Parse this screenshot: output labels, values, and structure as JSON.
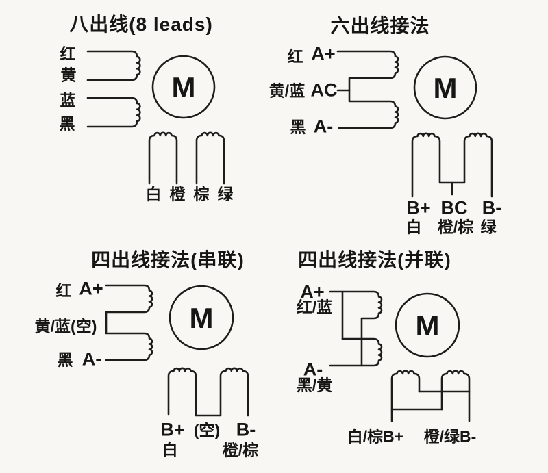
{
  "colors": {
    "background": "#f8f7f3",
    "ink": "#1d1d1b"
  },
  "sections": {
    "eight_lead": {
      "title": "八出线(8 leads)",
      "motor_label": "M",
      "top_leads": [
        "红",
        "黄",
        "蓝",
        "黑"
      ],
      "bottom_leads": [
        "白",
        "橙",
        "棕",
        "绿"
      ]
    },
    "six_lead": {
      "title": "六出线接法",
      "motor_label": "M",
      "phase_a_leads": [
        {
          "color": "红",
          "terminal": "A+"
        },
        {
          "color": "黄/蓝",
          "terminal": "AC"
        },
        {
          "color": "黑",
          "terminal": "A-"
        }
      ],
      "phase_b_terminals": [
        "B+",
        "BC",
        "B-"
      ],
      "phase_b_colors": [
        "白",
        "橙/棕",
        "绿"
      ]
    },
    "four_lead_series": {
      "title": "四出线接法(串联)",
      "motor_label": "M",
      "phase_a_leads": [
        {
          "color": "红",
          "terminal": "A+"
        },
        {
          "color": "黄/蓝(空)",
          "terminal": ""
        },
        {
          "color": "黑",
          "terminal": "A-"
        }
      ],
      "phase_b_terminals": [
        "B+",
        "(空)",
        "B-"
      ],
      "phase_b_colors": [
        "白",
        "橙/棕"
      ]
    },
    "four_lead_parallel": {
      "title": "四出线接法(并联)",
      "motor_label": "M",
      "phase_a_leads": [
        {
          "terminal": "A+",
          "color": "红/蓝"
        },
        {
          "terminal": "A-",
          "color": "黑/黄"
        }
      ],
      "phase_b_leads": [
        "白/棕B+",
        "橙/绿B-"
      ]
    }
  }
}
